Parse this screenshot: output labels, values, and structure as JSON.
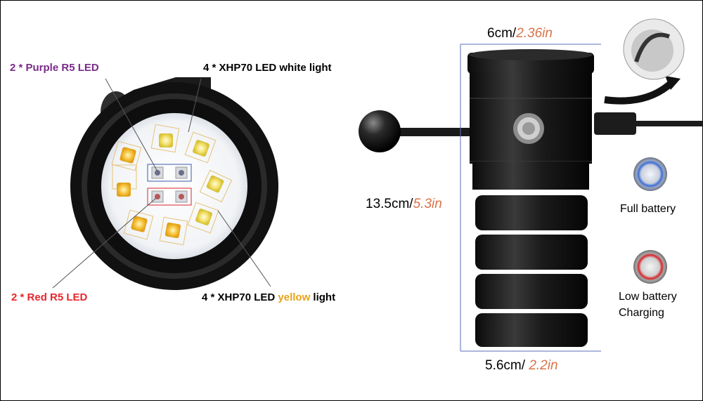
{
  "labels": {
    "purple": "2 * Purple R5 LED",
    "white": "4 * XHP70 LED white light",
    "red": "2 * Red R5 LED",
    "yellow_prefix": "4 * XHP70 LED ",
    "yellow_word": "yellow",
    "yellow_suffix": " light"
  },
  "dimensions": {
    "top_value": "6cm/",
    "top_inch": "2.36in",
    "height_value": "13.5cm/",
    "height_inch": "5.3in",
    "bottom_value": "5.6cm/ ",
    "bottom_inch": "2.2in"
  },
  "status": {
    "full": "Full battery",
    "low": "Low battery",
    "charging": "Charging"
  },
  "colors": {
    "purple": "#7a2a8a",
    "red": "#e8262c",
    "yellow": "#e8a317",
    "inch": "#d9734a",
    "dimension_line": "#5a6fb8",
    "full_ring": "#3d6fd6",
    "low_ring": "#d9262c"
  },
  "icons": [
    "flashlight-front-image",
    "flashlight-side-image",
    "ball-mount-icon",
    "charging-cable-icon",
    "battery-cap-icon",
    "blue-indicator-button-icon",
    "red-indicator-button-icon",
    "curved-arrow-icon"
  ]
}
